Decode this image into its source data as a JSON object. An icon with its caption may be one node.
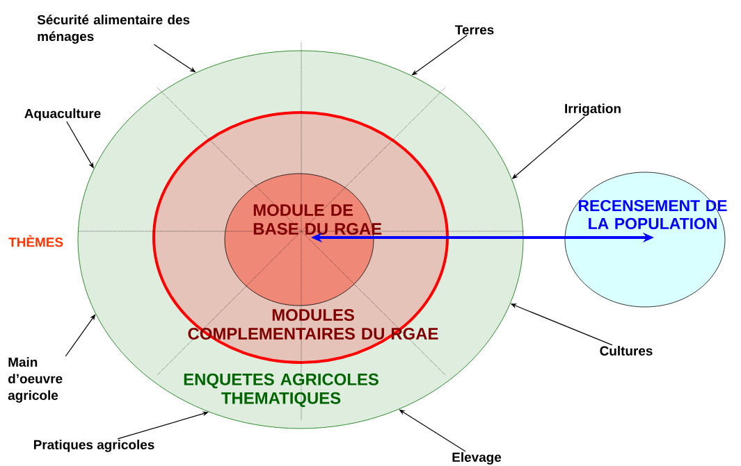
{
  "diagram": {
    "nodes": [
      {
        "text": [
          "ENQUETES AGRICOLES THEMATIQUES"
        ]
      },
      {
        "text": [
          "MODULES COMPLEMENTAIRES DU RGAE"
        ],
        "in": 0
      },
      {
        "text": [
          "MODULE DE BASE DU RGAE"
        ],
        "in": 1
      },
      {
        "text": [
          "RECENSEMENT DE LA POPULATION"
        ]
      },
      {
        "text": [
          "Sécurité alimentaire des ménages"
        ]
      },
      {
        "text": [
          "Terres"
        ]
      },
      {
        "text": [
          "Aquaculture"
        ]
      },
      {
        "text": [
          "Irrigation"
        ]
      },
      {
        "text": [
          "Main d’oeuvre agricole"
        ]
      },
      {
        "text": [
          "Cultures"
        ]
      },
      {
        "text": [
          "Pratiques agricoles"
        ]
      },
      {
        "text": [
          "Elevage"
        ]
      }
    ],
    "edges": [
      {
        "from": 4,
        "to": 0,
        "arrow": "to"
      },
      {
        "from": 5,
        "to": 0,
        "arrow": "to"
      },
      {
        "from": 6,
        "to": 0,
        "arrow": "to"
      },
      {
        "from": 7,
        "to": 0,
        "arrow": "to"
      },
      {
        "from": 8,
        "to": 0,
        "arrow": "to"
      },
      {
        "from": 9,
        "to": 0,
        "arrow": "to"
      },
      {
        "from": 10,
        "to": 0,
        "arrow": "to"
      },
      {
        "from": 11,
        "to": 0,
        "arrow": "to"
      },
      {
        "from": 2,
        "to": 3,
        "arrow": "both",
        "style": "thick",
        "color": "#0000ff"
      }
    ],
    "labels": [
      "THÈMES"
    ]
  }
}
